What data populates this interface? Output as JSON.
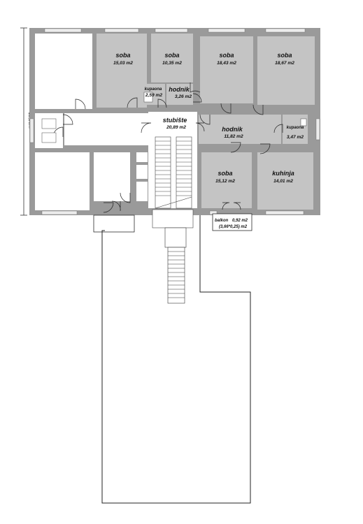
{
  "plan": {
    "overall_dimension": "12,50m",
    "rooms": [
      {
        "id": "soba1",
        "name": "soba",
        "area": "15,03 m2"
      },
      {
        "id": "soba2",
        "name": "soba",
        "area": "10,35 m2"
      },
      {
        "id": "soba3",
        "name": "soba",
        "area": "18,43 m2"
      },
      {
        "id": "soba4",
        "name": "soba",
        "area": "18,67 m2"
      },
      {
        "id": "kupaona1",
        "name": "kupaona",
        "area": "2,59 m2"
      },
      {
        "id": "hodnik1",
        "name": "hodnik",
        "area": "3,26 m2"
      },
      {
        "id": "stubiste",
        "name": "stubište",
        "area": "20,89 m2"
      },
      {
        "id": "hodnik2",
        "name": "hodnik",
        "area": "11,82 m2"
      },
      {
        "id": "kupaona2",
        "name": "kupaona",
        "area": "3,47 m2"
      },
      {
        "id": "soba5",
        "name": "soba",
        "area": "15,12 m2"
      },
      {
        "id": "kuhinja",
        "name": "kuhinja",
        "area": "14,01 m2"
      }
    ],
    "balcony": {
      "name": "balkon",
      "area": "0,92 m2",
      "formula": "(3,66*0,25) m2"
    },
    "colors": {
      "wall": "#9a9a9a",
      "wall_dark": "#7d7d7d",
      "room_fill": "#c4c4c4",
      "outline": "#2a2a2a",
      "background": "#ffffff"
    }
  }
}
